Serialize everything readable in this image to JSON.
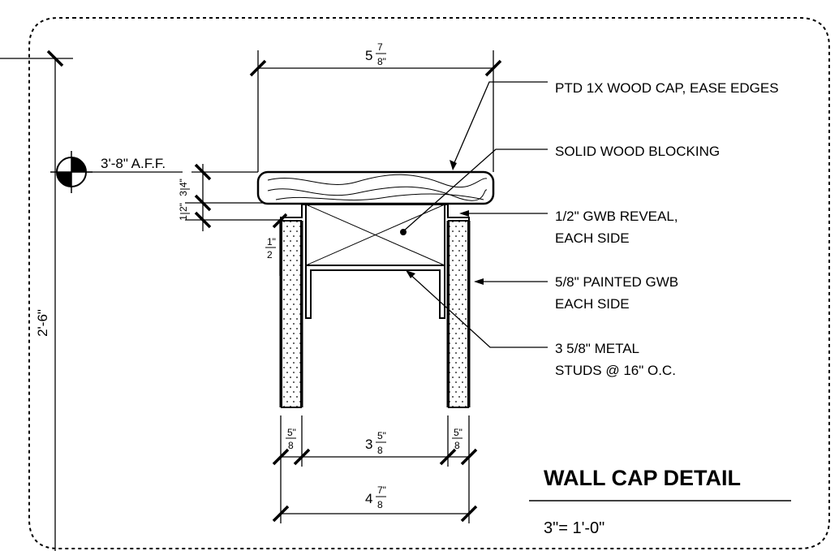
{
  "title": "WALL CAP DETAIL",
  "scale": "3\"= 1'-0\"",
  "elevation": {
    "label": "3'-8\" A.F.F."
  },
  "dimensions": {
    "overall_height": "2'-6\"",
    "cap_width": {
      "whole": "5",
      "num": "7",
      "den": "8\""
    },
    "cap_thickness": {
      "num": "3",
      "den": "4\""
    },
    "reveal_height": {
      "num": "1",
      "den": "2\""
    },
    "reveal_side": {
      "num": "1\"",
      "den": "2"
    },
    "gwb_left": {
      "num": "5\"",
      "den": "8"
    },
    "stud_depth": {
      "whole": "3",
      "num": "5\"",
      "den": "8"
    },
    "gwb_right": {
      "num": "5\"",
      "den": "8"
    },
    "wall_width": {
      "whole": "4",
      "num": "7\"",
      "den": "8"
    }
  },
  "callouts": {
    "wood_cap": "PTD 1X WOOD CAP, EASE EDGES",
    "blocking": "SOLID WOOD BLOCKING",
    "reveal_line1": "1/2\" GWB REVEAL,",
    "reveal_line2": "EACH SIDE",
    "gwb_line1": "5/8\" PAINTED GWB",
    "gwb_line2": "EACH SIDE",
    "studs_line1": "3 5/8\" METAL",
    "studs_line2": "STUDS @ 16\" O.C."
  },
  "colors": {
    "line": "#000000",
    "background": "#ffffff"
  }
}
